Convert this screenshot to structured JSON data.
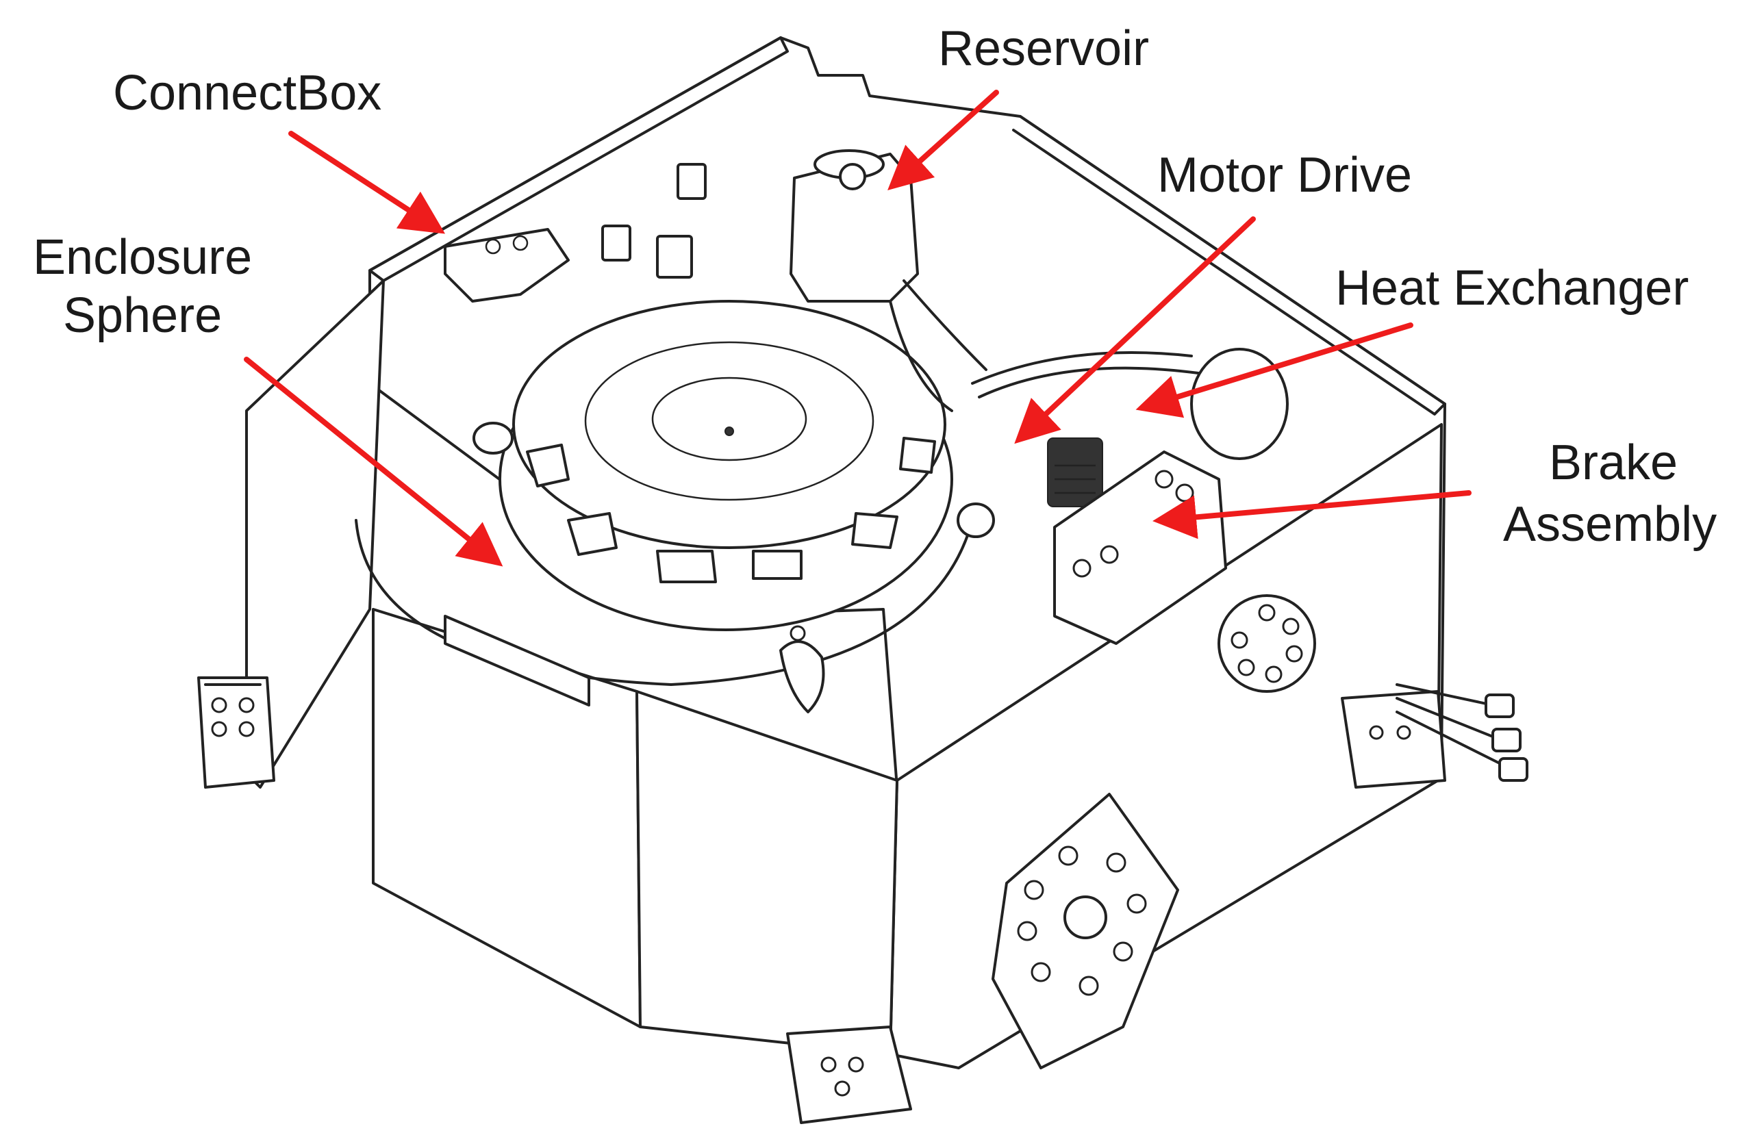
{
  "labels": {
    "connectbox": "ConnectBox",
    "reservoir": "Reservoir",
    "motor_drive": "Motor Drive",
    "heat_exchanger": "Heat Exchanger",
    "enclosure_line1": "Enclosure",
    "enclosure_line2": "Sphere",
    "brake_line1": "Brake",
    "brake_line2": "Assembly"
  },
  "colors": {
    "arrow": "#ee1c1c",
    "line": "#222222",
    "background": "#ffffff"
  }
}
